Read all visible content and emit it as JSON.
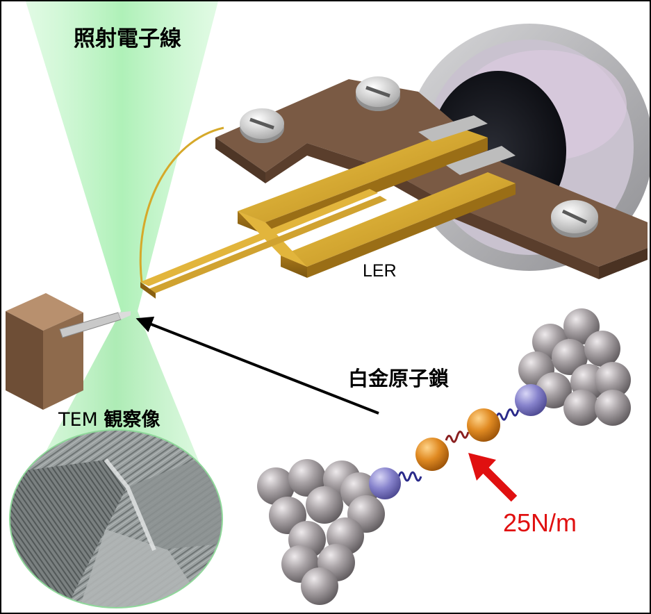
{
  "labels": {
    "electron_beam": "照射電子線",
    "ler": "LER",
    "platinum_chain": "白金原子鎖",
    "tem_prefix": "TEM",
    "tem_image": "観察像",
    "spring_constant": "25N/m"
  },
  "colors": {
    "beam": "#b6f3bf",
    "holder_brown": "#7a5a44",
    "ler_gold": "#d6a92a",
    "metal_silver": "#cdcdcd",
    "atom_gray": "#9b9598",
    "atom_blue": "#8a86cf",
    "atom_orange": "#e08a22",
    "spring_blue": "#2a2a8a",
    "spring_red": "#8a2020",
    "arrow_black": "#000000",
    "arrow_red": "#e01010"
  },
  "icons": {
    "beam_arrow": "black-arrow-icon",
    "force_arrow": "red-arrow-icon",
    "screw": "screw-icon"
  }
}
